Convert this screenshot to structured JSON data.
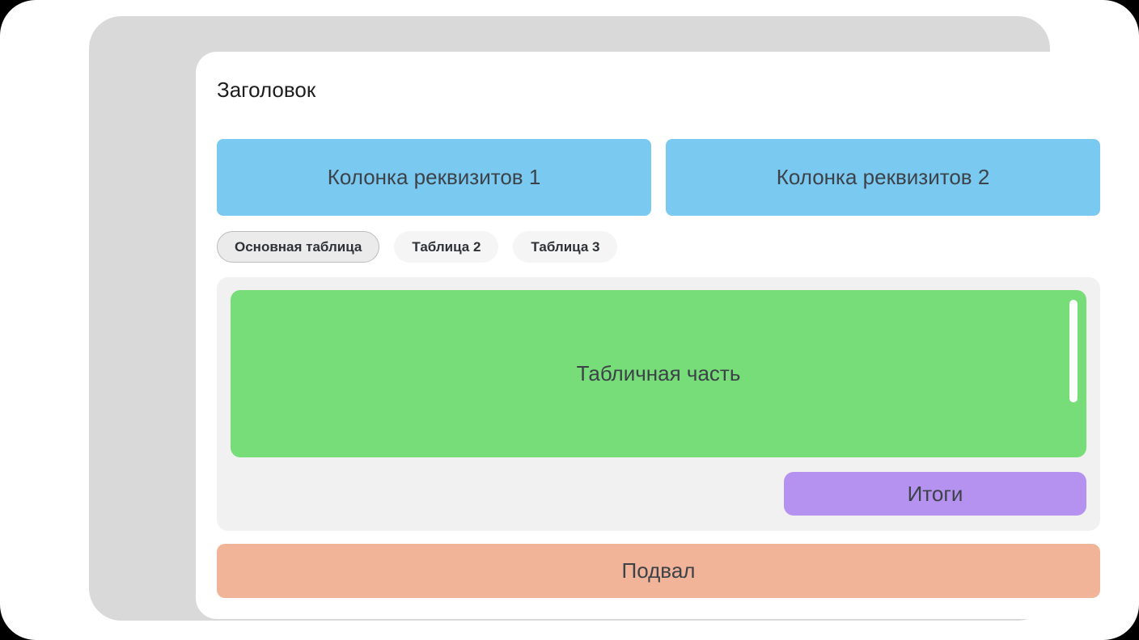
{
  "page": {
    "outer_background": "#000000",
    "canvas_background": "#ffffff",
    "frame_color": "#d9d9d9",
    "panel_color": "#f1f1f1",
    "text_color": "#3d4248"
  },
  "header": {
    "title": "Заголовок"
  },
  "requisites": {
    "column1": {
      "label": "Колонка реквизитов 1",
      "color": "#7ac9f1"
    },
    "column2": {
      "label": "Колонка реквизитов 2",
      "color": "#7ac9f1"
    }
  },
  "tabs": [
    {
      "label": "Основная таблица",
      "active": true
    },
    {
      "label": "Таблица 2",
      "active": false
    },
    {
      "label": "Таблица 3",
      "active": false
    }
  ],
  "table_section": {
    "label": "Табличная часть",
    "color": "#77dd79",
    "scrollbar_color": "#ffffff"
  },
  "totals": {
    "label": "Итоги",
    "color": "#b592f0"
  },
  "footer": {
    "label": "Подвал",
    "color": "#f2b499"
  }
}
